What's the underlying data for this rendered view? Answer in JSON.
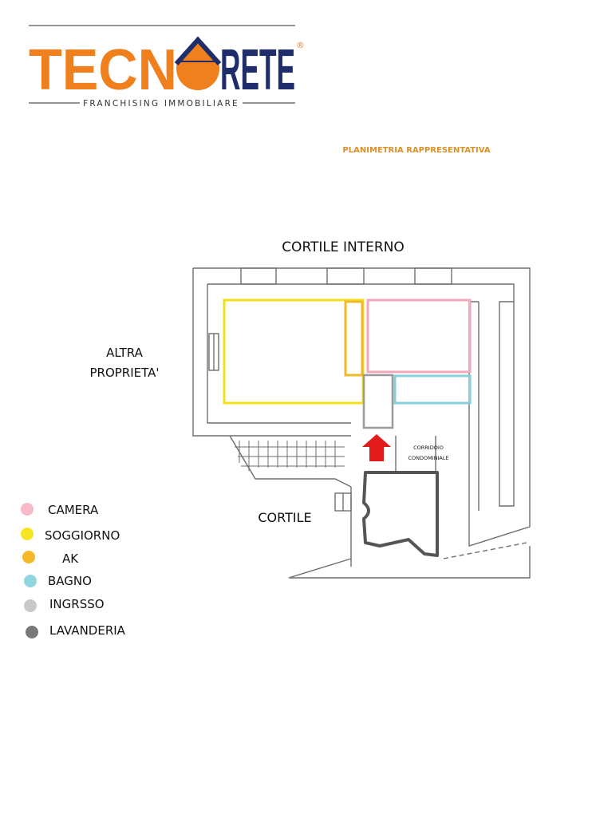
{
  "brand": {
    "name_prefix": "TECN",
    "name_suffix": "RETE",
    "registered_mark": "®",
    "tagline": "FRANCHISING IMMOBILIARE"
  },
  "header": {
    "title": "PLANIMETRIA RAPPRESENTATIVA"
  },
  "plan": {
    "labels": {
      "courtyard_inner": "CORTILE INTERNO",
      "other_property_line1": "ALTRA",
      "other_property_line2": "PROPRIETA'",
      "courtyard": "CORTILE",
      "corridor_line1": "CORRIDOIO",
      "corridor_line2": "CONDOMINIALE"
    }
  },
  "legend": [
    {
      "label": "CAMERA",
      "color": "#f8b9c8"
    },
    {
      "label": "SOGGIORNO",
      "color": "#f5e625"
    },
    {
      "label": "AK",
      "color": "#f5b82a"
    },
    {
      "label": "BAGNO",
      "color": "#8fd6e0"
    },
    {
      "label": "INGRSSO",
      "color": "#c8c8c8"
    },
    {
      "label": "LAVANDERIA",
      "color": "#7a7a7a"
    }
  ],
  "colors": {
    "brand_orange": "#f07f1e",
    "brand_navy": "#1f2d6b",
    "title_orange": "#d9902a",
    "wall": "#6e6e6e",
    "camera_outline": "#f2a7ba",
    "soggiorno_outline": "#f2e01a",
    "ak_outline": "#f0b928",
    "bagno_outline": "#84cfd9",
    "ingresso_outline": "#9a9a9a",
    "lavanderia_outline": "#555555",
    "arrow": "#e11a1a"
  },
  "icons": {
    "logo_house": "house-globe-icon",
    "entrance_arrow": "arrow-up-icon"
  }
}
